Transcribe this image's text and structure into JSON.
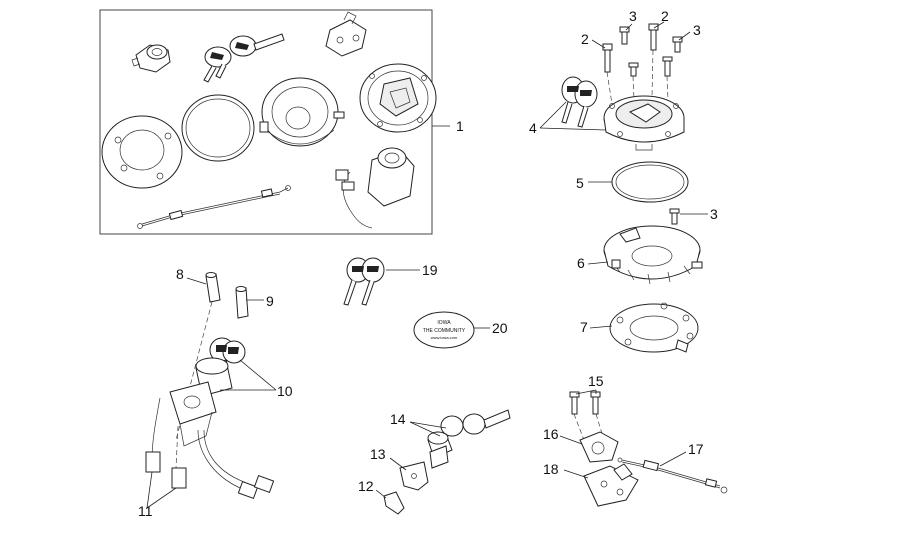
{
  "labels": {
    "l1": "1",
    "l2a": "2",
    "l2b": "2",
    "l3a": "3",
    "l3b": "3",
    "l3c": "3",
    "l4": "4",
    "l5": "5",
    "l6": "6",
    "l7": "7",
    "l8": "8",
    "l9": "9",
    "l10": "10",
    "l11": "11",
    "l12": "12",
    "l13": "13",
    "l14": "14",
    "l15": "15",
    "l16": "16",
    "l17": "17",
    "l18": "18",
    "l19": "19",
    "l20": "20"
  },
  "sticker": {
    "line1": "IOWA",
    "line2": "THE COMMUNITY",
    "line3": "www.iowa.com"
  }
}
